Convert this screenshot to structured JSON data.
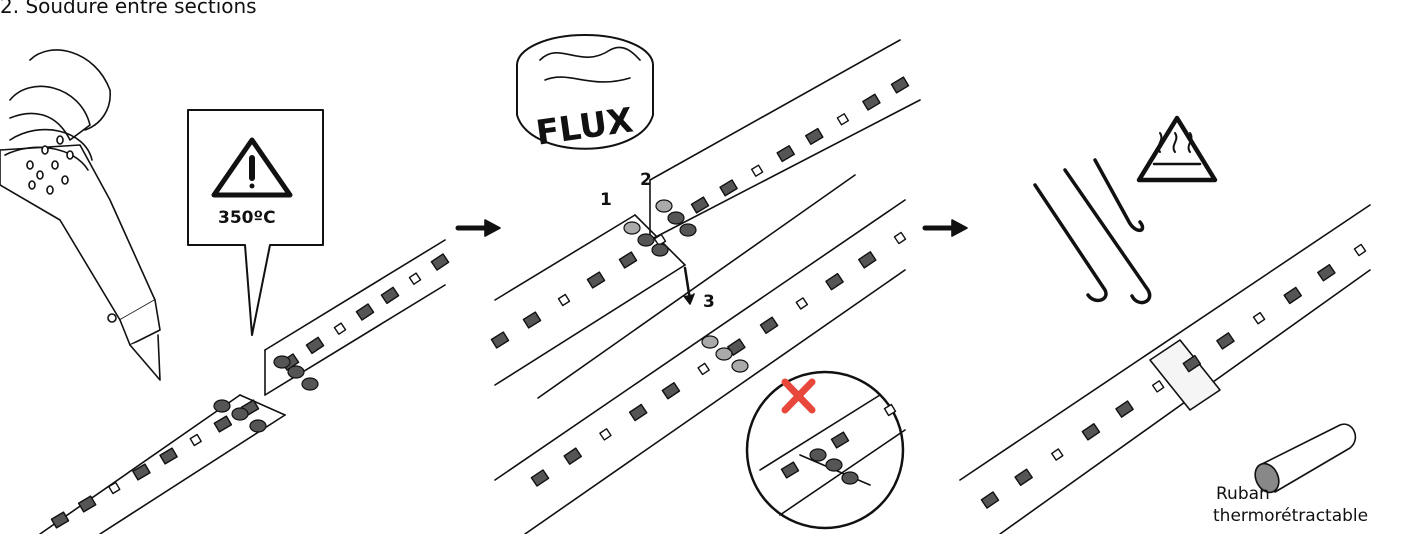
{
  "title": "2. Soudure entre sections",
  "temperature": "350ºC",
  "flux_label": "FLUX",
  "steps": [
    "1",
    "2",
    "3"
  ],
  "tape_label": [
    "Ruban",
    "thermorétractable"
  ],
  "icons": {
    "warning": "warning-triangle-icon",
    "hot_surface": "hot-surface-icon",
    "wind": "wind-cooling-icon",
    "wrong": "red-cross-icon",
    "arrow": "arrow-right-icon"
  },
  "colors": {
    "line": "#111111",
    "pad": "#555555",
    "flux": "#aaaaaa",
    "wrong": "#e8473b"
  }
}
